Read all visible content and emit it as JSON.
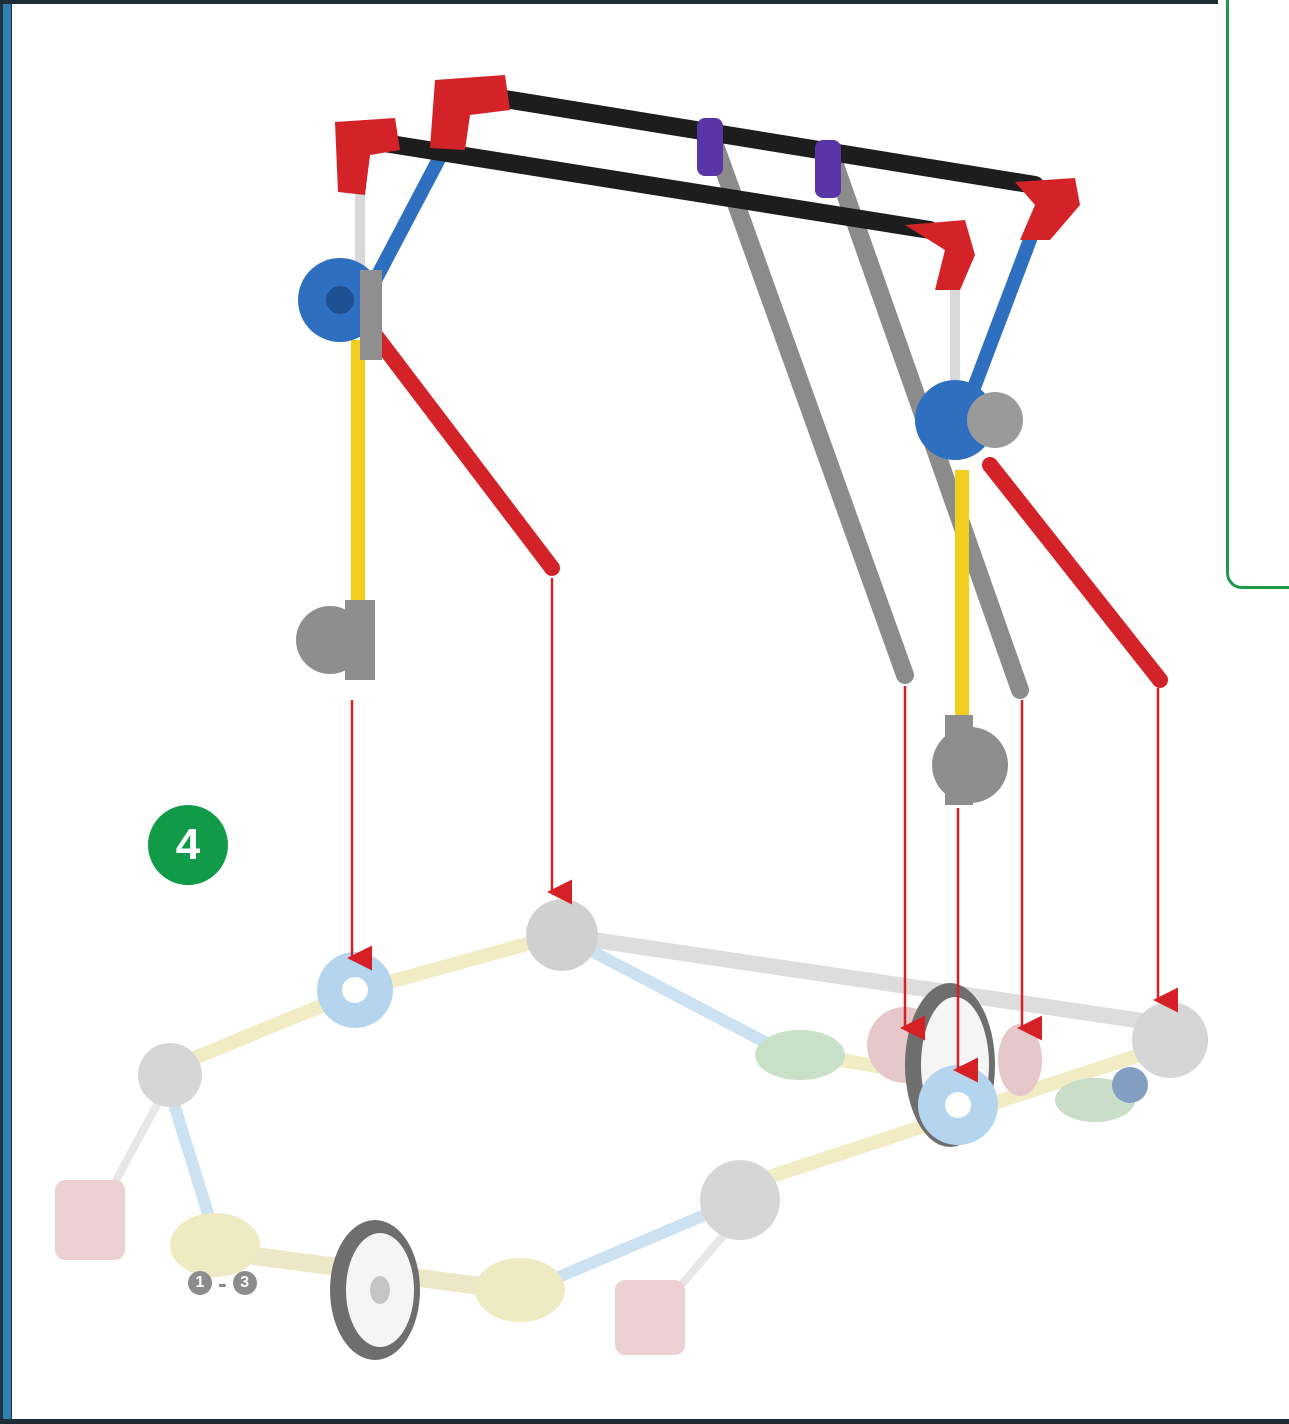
{
  "step": {
    "number": "4"
  },
  "references": {
    "from": "1",
    "separator": "-",
    "to": "3"
  },
  "colors": {
    "step_badge": "#119a47",
    "arrow": "#d62027",
    "inset_border": "#1d9a48",
    "page_rule": "#2f7fb5"
  },
  "icons": [
    "down-arrow-icon",
    "connector-icon",
    "wheel-icon"
  ]
}
